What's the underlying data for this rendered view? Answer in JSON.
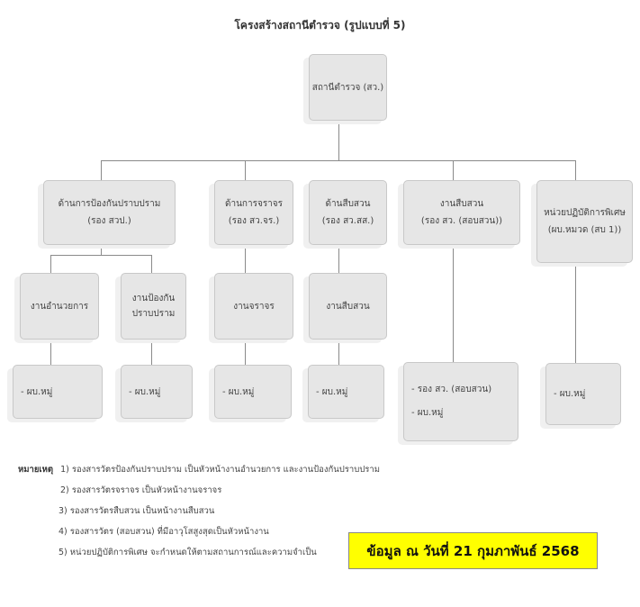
{
  "title": "โครงสร้างสถานีตำรวจ (รูปแบบที่ 5)",
  "root": "สถานีตำรวจ (สว.)",
  "level2": [
    {
      "name": "ด้านการป้องกันปราบปราม",
      "sub": "(รอง สวป.)"
    },
    {
      "name": "ด้านการจราจร",
      "sub": "(รอง สว.จร.)"
    },
    {
      "name": "ด้านสืบสวน",
      "sub": "(รอง สว.สส.)"
    },
    {
      "name": "งานสืบสวน",
      "sub": "(รอง สว. (สอบสวน))"
    },
    {
      "name": "หน่วยปฏิบัติการพิเศษ",
      "sub": "(ผบ.หมวด (สบ 1))"
    }
  ],
  "level3": [
    {
      "line1": "งานอำนวยการ"
    },
    {
      "line1": "งานป้องกัน",
      "line2": "ปราบปราม"
    },
    {
      "line1": "งานจราจร"
    },
    {
      "line1": "งานสืบสวน"
    }
  ],
  "level4": [
    "- ผบ.หมู่",
    "- ผบ.หมู่",
    "- ผบ.หมู่",
    "- ผบ.หมู่",
    "- รอง สว. (สอบสวน)",
    "- ผบ.หมู่",
    "- ผบ.หมู่"
  ],
  "notes": {
    "label": "หมายเหตุ",
    "items": [
      "1) รองสารวัตรป้องกันปราบปราม เป็นหัวหน้างานอำนวยการ และงานป้องกันปราบปราม",
      "2) รองสารวัตรจราจร เป็นหัวหน้างานจราจร",
      "3) รองสารวัตรสืบสวน เป็นหน้างานสืบสวน",
      "4) รองสารวัตร (สอบสวน) ที่มีอาวุโสสูงสุดเป็นหัวหน้างาน",
      "5) หน่วยปฏิบัติการพิเศษ จะกำหนดให้ตามสถานการณ์และความจำเป็น"
    ]
  },
  "date_label": "ข้อมูล ณ วันที่ 21 กุมภาพันธ์ 2568"
}
